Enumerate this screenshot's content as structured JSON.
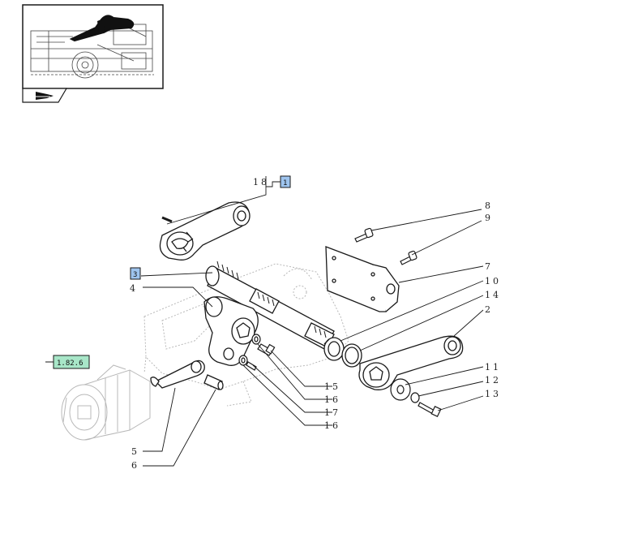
{
  "diagram": {
    "callouts": [
      {
        "id": "c18",
        "text": "18"
      },
      {
        "id": "c8",
        "text": "8"
      },
      {
        "id": "c9",
        "text": "9"
      },
      {
        "id": "c3",
        "text": "3"
      },
      {
        "id": "c4",
        "text": "4"
      },
      {
        "id": "c7",
        "text": "7"
      },
      {
        "id": "c10",
        "text": "10"
      },
      {
        "id": "c14",
        "text": "14"
      },
      {
        "id": "c2",
        "text": "2"
      },
      {
        "id": "c11",
        "text": "11"
      },
      {
        "id": "c12",
        "text": "12"
      },
      {
        "id": "c13",
        "text": "13"
      },
      {
        "id": "c15",
        "text": "15"
      },
      {
        "id": "c16a",
        "text": "16"
      },
      {
        "id": "c17",
        "text": "17"
      },
      {
        "id": "c16b",
        "text": "16"
      },
      {
        "id": "c5",
        "text": "5"
      },
      {
        "id": "c6",
        "text": "6"
      }
    ],
    "ref_boxes": {
      "box_1": "1",
      "box_3": "3",
      "box_ref": "1.82.6"
    },
    "colors": {
      "line": "#1a1a1a",
      "ghost": "#b8b8b8",
      "ref_box_fill": "#9ec4ee",
      "ref_box_alt_fill": "#a8e6c8"
    },
    "thumbnail": {
      "icon": "tractor-lift-linkage-thumbnail"
    },
    "nav_icon": "page-arrow-icon"
  }
}
